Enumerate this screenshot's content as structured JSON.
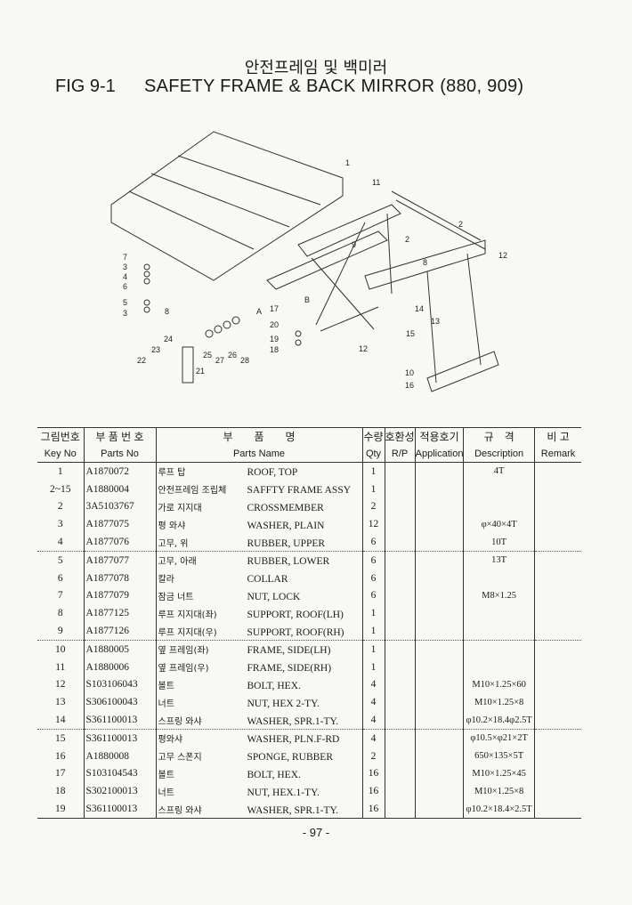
{
  "header": {
    "korean_title": "안전프레임 및 백미러",
    "fig": "FIG 9-1",
    "title": "SAFETY FRAME & BACK MIRROR (880, 909)"
  },
  "diagram": {
    "callouts": [
      "1",
      "11",
      "2",
      "12",
      "8",
      "7",
      "3",
      "4",
      "6",
      "5",
      "3",
      "8",
      "A",
      "B",
      "17",
      "20",
      "19",
      "18",
      "12",
      "13",
      "14",
      "15",
      "24",
      "23",
      "22",
      "21",
      "25",
      "27",
      "26",
      "28",
      "2",
      "9",
      "10",
      "16"
    ]
  },
  "table": {
    "headers_kr": [
      "그림번호",
      "부 품 번 호",
      "부　　품　　명",
      "수량",
      "호환성",
      "적용호기",
      "규　격",
      "비 고"
    ],
    "headers_en": [
      "Key No",
      "Parts No",
      "Parts Name",
      "Qty",
      "R/P",
      "Application",
      "Description",
      "Remark"
    ],
    "rows": [
      {
        "key": "1",
        "part": "A1870072",
        "kr": "루프 탑",
        "en": "ROOF, TOP",
        "qty": "1",
        "desc": "4T"
      },
      {
        "key": "2~15",
        "part": "A1880004",
        "kr": "안전프레임 조립체",
        "en": "SAFFTY FRAME ASSY",
        "qty": "1",
        "desc": ""
      },
      {
        "key": "2",
        "part": "3A5103767",
        "kr": "가로 지지대",
        "en": "CROSSMEMBER",
        "qty": "2",
        "desc": ""
      },
      {
        "key": "3",
        "part": "A1877075",
        "kr": "평 와샤",
        "en": "WASHER, PLAIN",
        "qty": "12",
        "desc": "φ×40×4T"
      },
      {
        "key": "4",
        "part": "A1877076",
        "kr": "고무, 위",
        "en": "RUBBER, UPPER",
        "qty": "6",
        "desc": "10T"
      },
      {
        "key": "5",
        "part": "A1877077",
        "kr": "고무, 아래",
        "en": "RUBBER, LOWER",
        "qty": "6",
        "desc": "13T"
      },
      {
        "key": "6",
        "part": "A1877078",
        "kr": "칼라",
        "en": "COLLAR",
        "qty": "6",
        "desc": ""
      },
      {
        "key": "7",
        "part": "A1877079",
        "kr": "잠금 너트",
        "en": "NUT, LOCK",
        "qty": "6",
        "desc": "M8×1.25"
      },
      {
        "key": "8",
        "part": "A1877125",
        "kr": "루프 지지대(좌)",
        "en": "SUPPORT, ROOF(LH)",
        "qty": "1",
        "desc": ""
      },
      {
        "key": "9",
        "part": "A1877126",
        "kr": "루프 지지대(우)",
        "en": "SUPPORT, ROOF(RH)",
        "qty": "1",
        "desc": ""
      },
      {
        "key": "10",
        "part": "A1880005",
        "kr": "옆 프레임(좌)",
        "en": "FRAME, SIDE(LH)",
        "qty": "1",
        "desc": ""
      },
      {
        "key": "11",
        "part": "A1880006",
        "kr": "옆 프레임(우)",
        "en": "FRAME, SIDE(RH)",
        "qty": "1",
        "desc": ""
      },
      {
        "key": "12",
        "part": "S103106043",
        "kr": "볼트",
        "en": "BOLT, HEX.",
        "qty": "4",
        "desc": "M10×1.25×60"
      },
      {
        "key": "13",
        "part": "S306100043",
        "kr": "너트",
        "en": "NUT, HEX 2-TY.",
        "qty": "4",
        "desc": "M10×1.25×8"
      },
      {
        "key": "14",
        "part": "S361100013",
        "kr": "스프링 와샤",
        "en": "WASHER, SPR.1-TY.",
        "qty": "4",
        "desc": "φ10.2×18.4φ2.5T"
      },
      {
        "key": "15",
        "part": "S361100013",
        "kr": "평와샤",
        "en": "WASHER, PLN.F-RD",
        "qty": "4",
        "desc": "φ10.5×φ21×2T"
      },
      {
        "key": "16",
        "part": "A1880008",
        "kr": "고무 스폰지",
        "en": "SPONGE, RUBBER",
        "qty": "2",
        "desc": "650×135×5T"
      },
      {
        "key": "17",
        "part": "S103104543",
        "kr": "볼트",
        "en": "BOLT, HEX.",
        "qty": "16",
        "desc": "M10×1.25×45"
      },
      {
        "key": "18",
        "part": "S302100013",
        "kr": "너트",
        "en": "NUT, HEX.1-TY.",
        "qty": "16",
        "desc": "M10×1.25×8"
      },
      {
        "key": "19",
        "part": "S361100013",
        "kr": "스프링 와샤",
        "en": "WASHER, SPR.1-TY.",
        "qty": "16",
        "desc": "φ10.2×18.4×2.5T"
      }
    ]
  },
  "footer": {
    "page": "- 97 -"
  }
}
